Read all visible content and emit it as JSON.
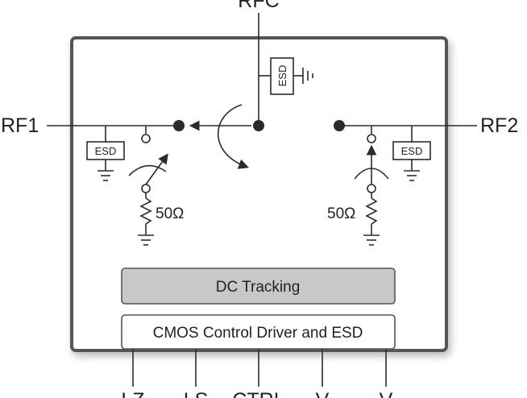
{
  "pins": {
    "rfc": "RFC",
    "rf1": "RF1",
    "rf2": "RF2",
    "bottom": [
      "LZ",
      "LS",
      "CTRL",
      "V",
      "V"
    ]
  },
  "components": {
    "esd": "ESD",
    "resistor": "50Ω"
  },
  "blocks": {
    "dc_tracking": "DC Tracking",
    "cmos_driver": "CMOS Control Driver and ESD"
  },
  "colors": {
    "dc_tracking_fill": "#c8c8c8",
    "outline": "#555555",
    "line": "#2b2b2b"
  }
}
